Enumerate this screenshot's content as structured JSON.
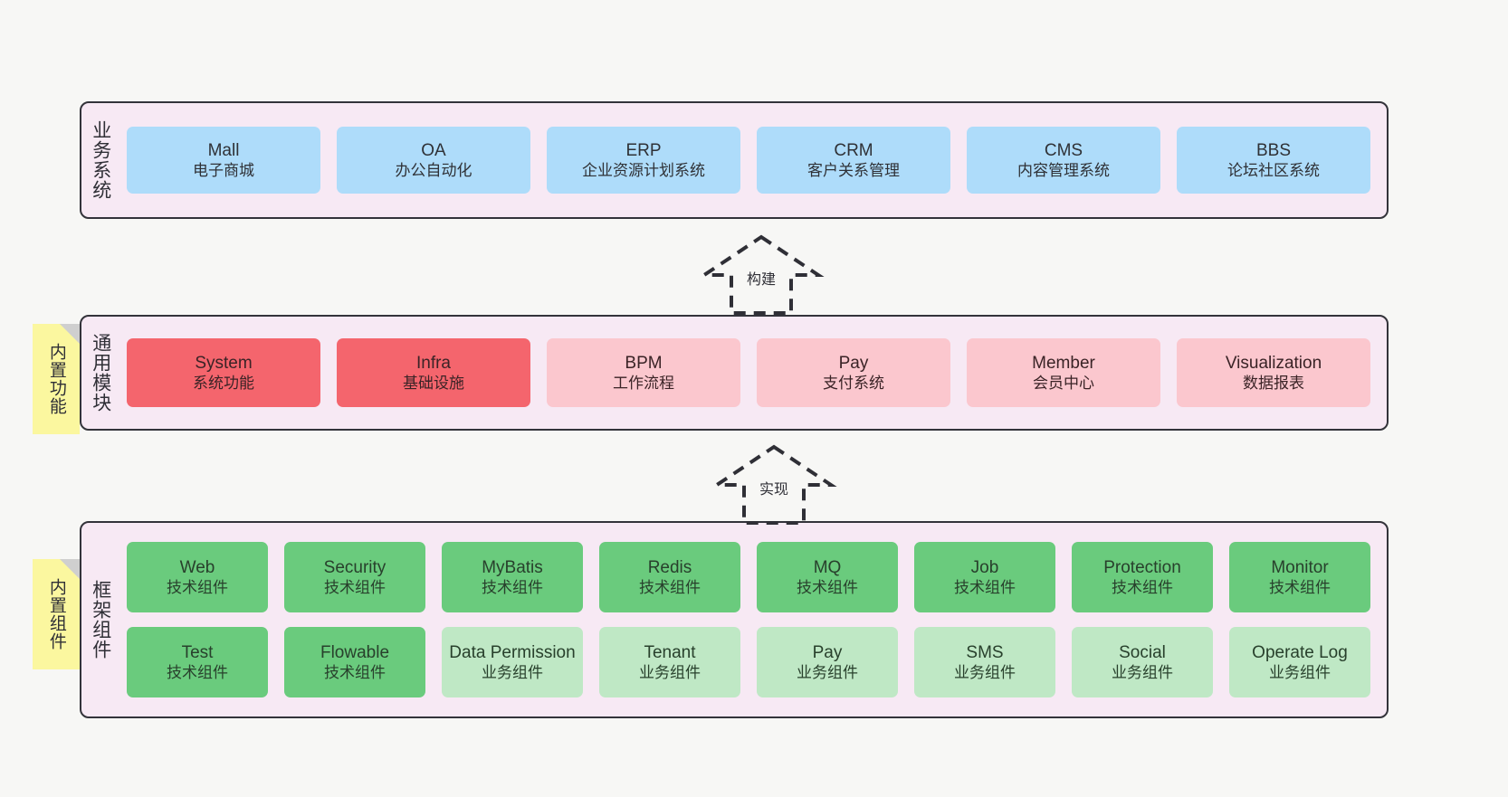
{
  "background_color": "#f7f7f5",
  "palette": {
    "section_fill": "#f7e9f4",
    "section_border": "#33333a",
    "blue": "#aedcfa",
    "red_strong": "#f4656d",
    "red_light": "#fbc7ce",
    "green_strong": "#6acb7d",
    "green_light": "#bfe8c5",
    "note_yellow": "#fbf79f",
    "note_fold": "#cfcfcf"
  },
  "sections": {
    "business": {
      "label": "业务系统",
      "items": [
        {
          "en": "Mall",
          "cn": "电子商城",
          "style": "blue"
        },
        {
          "en": "OA",
          "cn": "办公自动化",
          "style": "blue"
        },
        {
          "en": "ERP",
          "cn": "企业资源计划系统",
          "style": "blue"
        },
        {
          "en": "CRM",
          "cn": "客户关系管理",
          "style": "blue"
        },
        {
          "en": "CMS",
          "cn": "内容管理系统",
          "style": "blue"
        },
        {
          "en": "BBS",
          "cn": "论坛社区系统",
          "style": "blue"
        }
      ]
    },
    "common": {
      "label": "通用模块",
      "note": "内置功能",
      "items": [
        {
          "en": "System",
          "cn": "系统功能",
          "style": "red-strong"
        },
        {
          "en": "Infra",
          "cn": "基础设施",
          "style": "red-strong"
        },
        {
          "en": "BPM",
          "cn": "工作流程",
          "style": "red-light"
        },
        {
          "en": "Pay",
          "cn": "支付系统",
          "style": "red-light"
        },
        {
          "en": "Member",
          "cn": "会员中心",
          "style": "red-light"
        },
        {
          "en": "Visualization",
          "cn": "数据报表",
          "style": "red-light"
        }
      ]
    },
    "framework": {
      "label": "框架组件",
      "note": "内置组件",
      "row1": [
        {
          "en": "Web",
          "cn": "技术组件",
          "style": "green-strong"
        },
        {
          "en": "Security",
          "cn": "技术组件",
          "style": "green-strong"
        },
        {
          "en": "MyBatis",
          "cn": "技术组件",
          "style": "green-strong"
        },
        {
          "en": "Redis",
          "cn": "技术组件",
          "style": "green-strong"
        },
        {
          "en": "MQ",
          "cn": "技术组件",
          "style": "green-strong"
        },
        {
          "en": "Job",
          "cn": "技术组件",
          "style": "green-strong"
        },
        {
          "en": "Protection",
          "cn": "技术组件",
          "style": "green-strong"
        },
        {
          "en": "Monitor",
          "cn": "技术组件",
          "style": "green-strong"
        }
      ],
      "row2": [
        {
          "en": "Test",
          "cn": "技术组件",
          "style": "green-strong"
        },
        {
          "en": "Flowable",
          "cn": "技术组件",
          "style": "green-strong"
        },
        {
          "en": "Data Permission",
          "cn": "业务组件",
          "style": "green-light"
        },
        {
          "en": "Tenant",
          "cn": "业务组件",
          "style": "green-light"
        },
        {
          "en": "Pay",
          "cn": "业务组件",
          "style": "green-light"
        },
        {
          "en": "SMS",
          "cn": "业务组件",
          "style": "green-light"
        },
        {
          "en": "Social",
          "cn": "业务组件",
          "style": "green-light"
        },
        {
          "en": "Operate Log",
          "cn": "业务组件",
          "style": "green-light"
        }
      ]
    }
  },
  "arrows": [
    {
      "id": "build",
      "label": "构建"
    },
    {
      "id": "implement",
      "label": "实现"
    }
  ]
}
